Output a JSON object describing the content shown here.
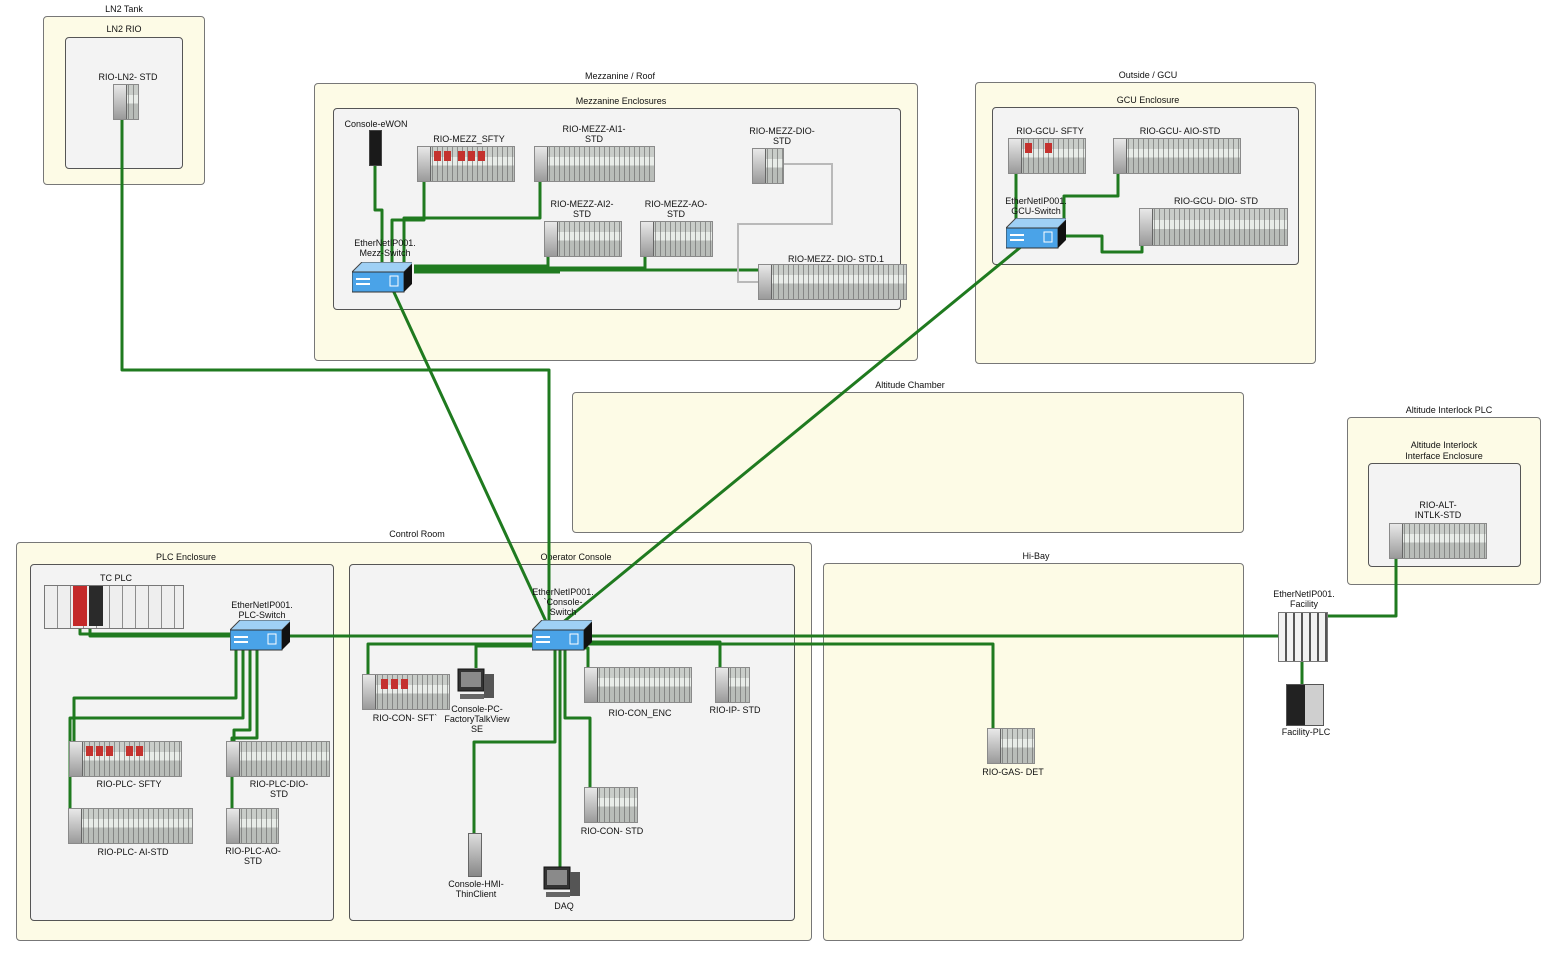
{
  "zones": {
    "ln2_tank": "LN2 Tank",
    "ln2_rio": "LN2 RIO",
    "mezz_roof": "Mezzanine / Roof",
    "mezz_enclosures": "Mezzanine Enclosures",
    "outside_gcu": "Outside / GCU",
    "gcu_enclosure": "GCU Enclosure",
    "altitude_chamber": "Altitude Chamber",
    "altitude_interlock_plc": "Altitude Interlock PLC",
    "altitude_interlock_enclosure": "Altitude Interlock\nInterface Enclosure",
    "control_room": "Control Room",
    "plc_enclosure": "PLC Enclosure",
    "operator_console": "Operator Console",
    "hi_bay": "Hi-Bay"
  },
  "devices": {
    "rio_ln2_std": "RIO-LN2- STD",
    "console_ewon": "Console-eWON",
    "rio_mezz_sfty": "RIO-MEZZ_SFTY",
    "rio_mezz_ai1_std": "RIO-MEZZ-AI1-\nSTD",
    "rio_mezz_dio_std": "RIO-MEZZ-DIO-\nSTD",
    "rio_mezz_ai2_std": "RIO-MEZZ-AI2-\nSTD",
    "rio_mezz_ao_std": "RIO-MEZZ-AO-\nSTD",
    "mezz_switch": "EtherNetIP001.\nMezz-Switch",
    "rio_mezz_dio_std_1": "RIO-MEZZ- DIO- STD.1",
    "rio_gcu_sfty": "RIO-GCU- SFTY",
    "rio_gcu_aio_std": "RIO-GCU- AIO-STD",
    "gcu_switch": "EtherNetIP001.\nGCU-Switch",
    "rio_gcu_dio_std": "RIO-GCU- DIO- STD",
    "rio_alt_intlk_std": "RIO-ALT-\nINTLK-STD",
    "facility_switch": "EtherNetIP001.\nFacility",
    "facility_plc": "Facility-PLC",
    "tc_plc": "TC PLC",
    "plc_switch": "EtherNetIP001.\nPLC-Switch",
    "rio_plc_sfty": "RIO-PLC- SFTY",
    "rio_plc_dio_std": "RIO-PLC-DIO-\nSTD",
    "rio_plc_ai_std": "RIO-PLC- AI-STD",
    "rio_plc_ao_std": "RIO-PLC-AO-\nSTD",
    "console_switch": "EtherNetIP001.\n`Console-\nSwitch",
    "rio_con_sft": "RIO-CON- SFT`",
    "console_pc": "Console-PC-\nFactoryTalkView\nSE",
    "rio_con_enc": "RIO-CON_ENC",
    "rio_ip_std": "RIO-IP- STD",
    "rio_con_std": "RIO-CON- STD",
    "console_hmi": "Console-HMI-\nThinClient",
    "daq": "DAQ",
    "rio_gas_det": "RIO-GAS- DET"
  },
  "colors": {
    "wire": "#1f7a1f",
    "zone_fill": "#fdfbe6",
    "enclosure_fill": "#f3f3f3",
    "switch_blue": "#4aa3e8"
  }
}
